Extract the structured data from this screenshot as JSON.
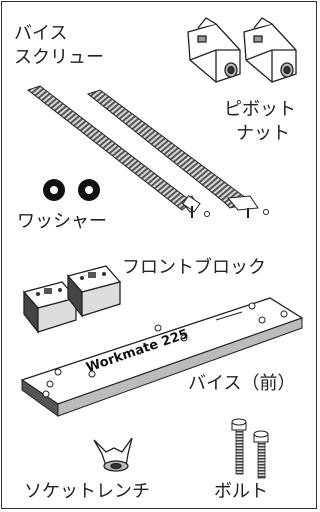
{
  "parts": {
    "vise_screw": {
      "label_line1": "バイス",
      "label_line2": "スクリュー"
    },
    "pivot_nut": {
      "label_line1": "ピボット",
      "label_line2": "ナット"
    },
    "washer": {
      "label": "ワッシャー"
    },
    "front_block": {
      "label": "フロントブロック"
    },
    "vise_front": {
      "label": "バイス（前）",
      "jaw_text": "Workmate 225"
    },
    "socket_wrench": {
      "label": "ソケットレンチ"
    },
    "bolt": {
      "label": "ボルト"
    }
  }
}
